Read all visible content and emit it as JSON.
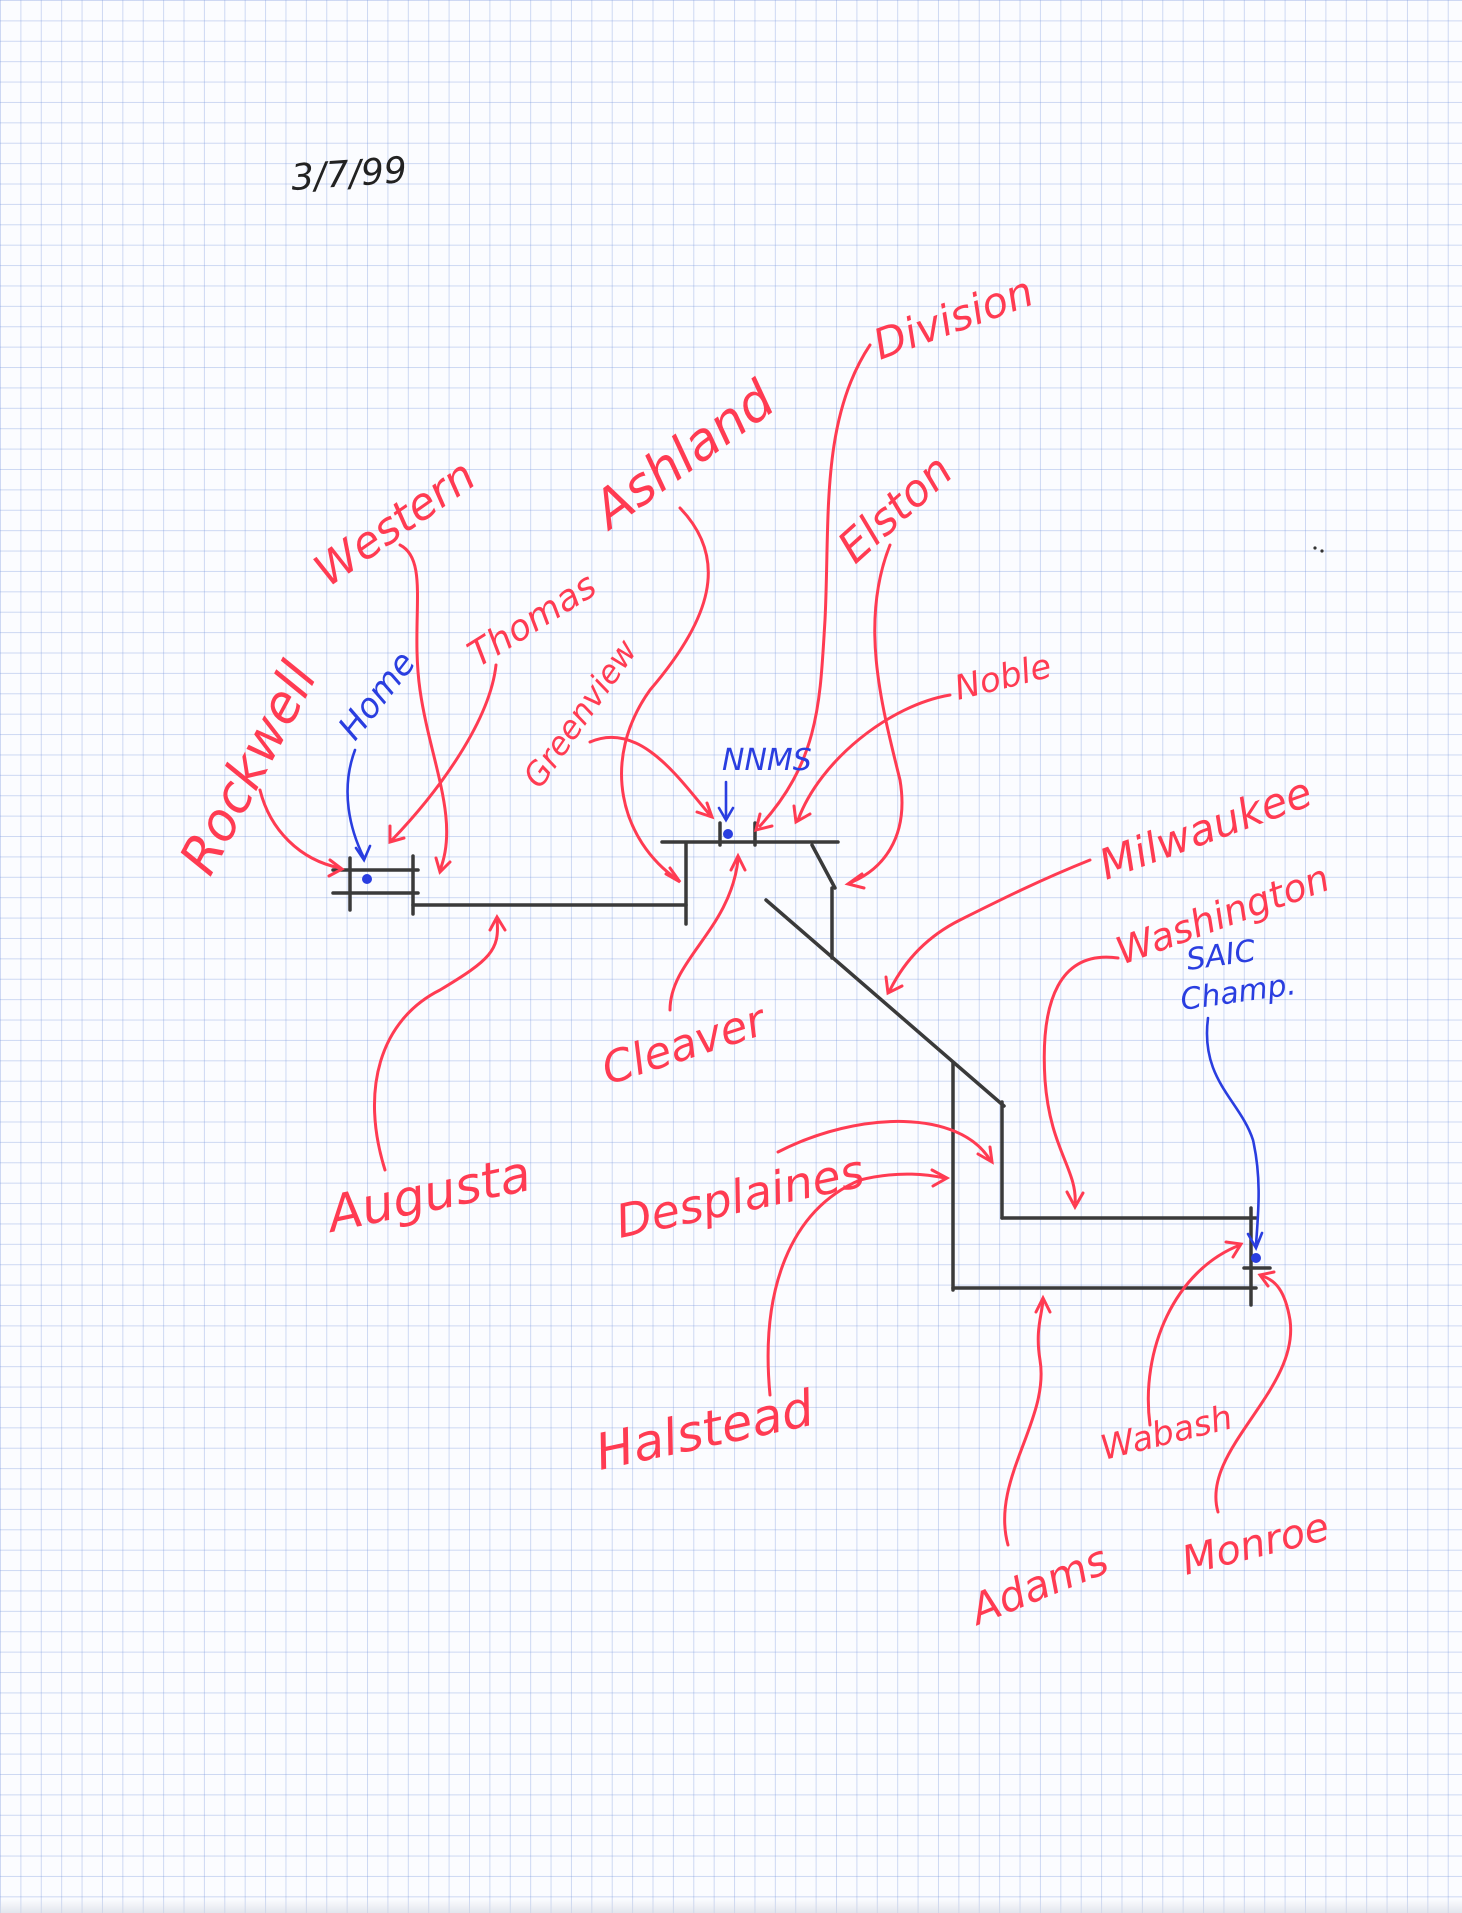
{
  "date": "3/7/99",
  "points": {
    "home": "Home",
    "nnms": "NNMS",
    "saic_line1": "SAIC",
    "saic_line2": "Champ."
  },
  "streets": {
    "rockwell": "Rockwell",
    "western": "Western",
    "thomas": "Thomas",
    "augusta": "Augusta",
    "ashland": "Ashland",
    "greenview": "Greenview",
    "cleaver": "Cleaver",
    "division": "Division",
    "elston": "Elston",
    "noble": "Noble",
    "milwaukee": "Milwaukee",
    "washington": "Washington",
    "desplaines": "Desplaines",
    "halstead": "Halstead",
    "adams": "Adams",
    "wabash": "Wabash",
    "monroe": "Monroe"
  },
  "colors": {
    "street_ink": "#ff3b52",
    "point_ink": "#2a3ee0",
    "road_ink": "#3a3a3a",
    "grid": "#7896dc"
  }
}
